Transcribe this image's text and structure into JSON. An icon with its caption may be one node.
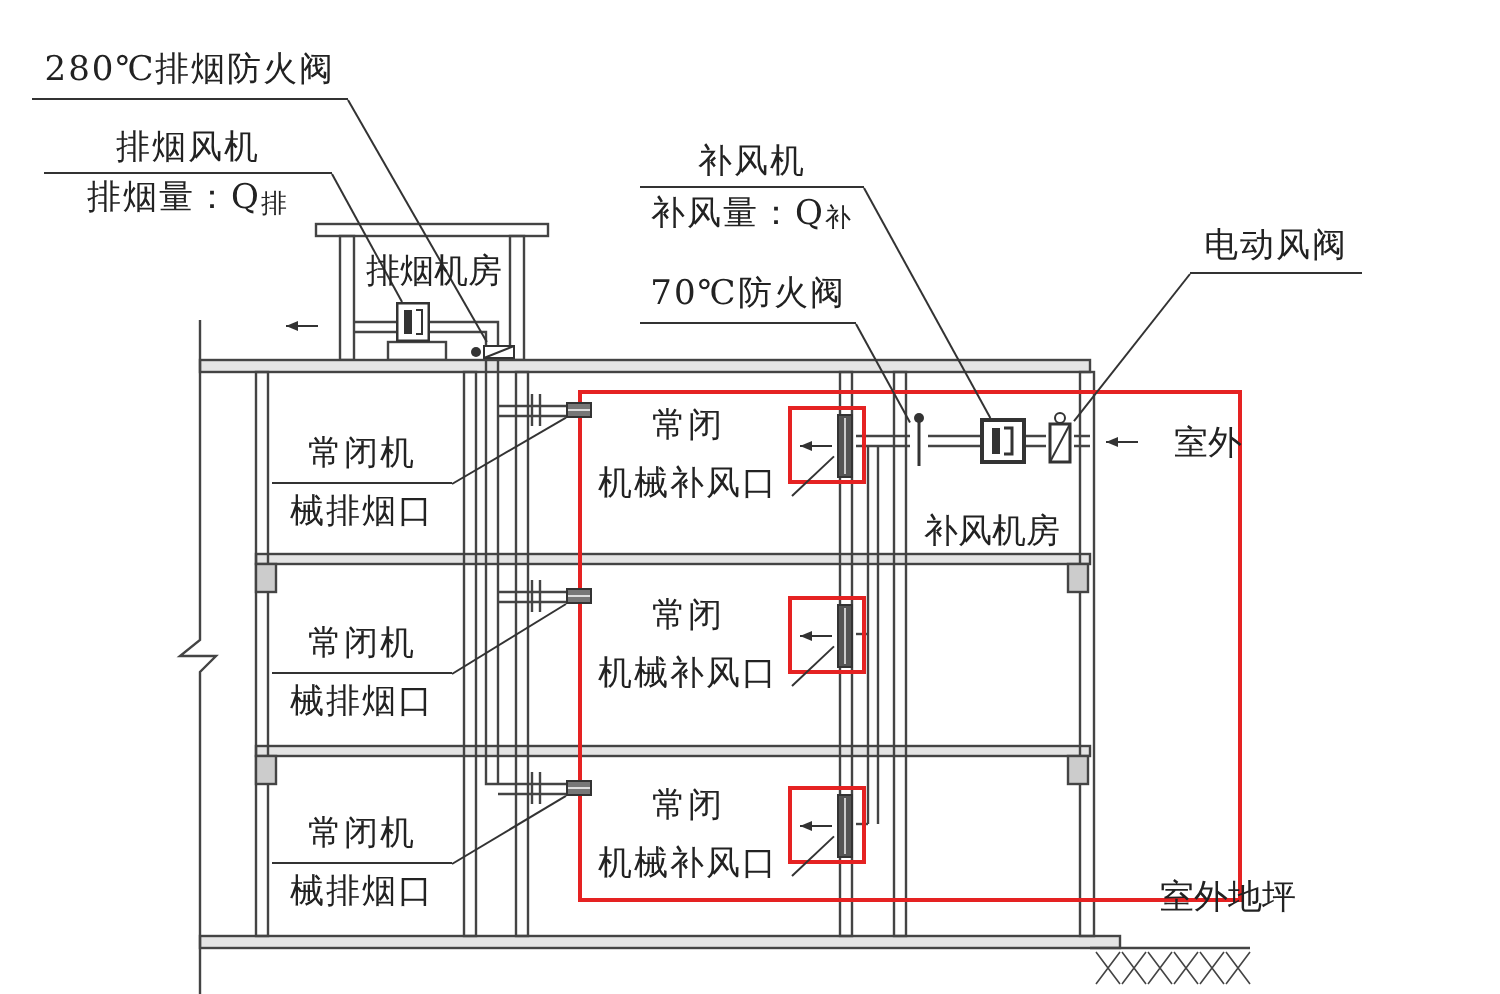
{
  "diagram": {
    "nodes": [
      {
        "text": [
          "280℃排烟防火阀"
        ]
      },
      {
        "text": [
          "排烟风机",
          "排烟量：Q$_{排}$"
        ]
      },
      {
        "text": [
          "补风机",
          "补风量：Q$_{补}$"
        ]
      },
      {
        "text": [
          "电动风阀"
        ]
      },
      {
        "text": [
          "70℃防火阀"
        ]
      },
      {
        "text": [],
        "shape": "fan"
      },
      {
        "text": [],
        "shape": "damper"
      },
      {
        "text": [],
        "shape": "damper"
      },
      {
        "text": [],
        "shape": "fan"
      },
      {
        "text": [],
        "shape": "damper"
      },
      {
        "text": [
          "常闭机",
          "械排烟口"
        ]
      },
      {
        "text": [],
        "shape": "vent"
      },
      {
        "text": [
          "常闭",
          "机械补风口"
        ]
      },
      {
        "text": [],
        "shape": "vent"
      },
      {
        "text": [
          "常闭机",
          "械排烟口"
        ]
      },
      {
        "text": [],
        "shape": "vent"
      },
      {
        "text": [
          "常闭",
          "机械补风口"
        ]
      },
      {
        "text": [],
        "shape": "vent"
      },
      {
        "text": [
          "常闭机",
          "械排烟口"
        ]
      },
      {
        "text": [],
        "shape": "vent"
      },
      {
        "text": [
          "常闭",
          "机械补风口"
        ]
      },
      {
        "text": [],
        "shape": "vent"
      }
    ],
    "edges": [
      {
        "from": 0,
        "to": 6,
        "arrow": "none"
      },
      {
        "from": 1,
        "to": 5,
        "arrow": "none"
      },
      {
        "from": 2,
        "to": 8,
        "arrow": "none"
      },
      {
        "from": 3,
        "to": 9,
        "arrow": "none"
      },
      {
        "from": 4,
        "to": 7,
        "arrow": "none"
      },
      {
        "from": 10,
        "to": 11,
        "arrow": "none"
      },
      {
        "from": 12,
        "to": 13,
        "arrow": "none"
      },
      {
        "from": 14,
        "to": 15,
        "arrow": "none"
      },
      {
        "from": 16,
        "to": 17,
        "arrow": "none"
      },
      {
        "from": 18,
        "to": 19,
        "arrow": "none"
      },
      {
        "from": 20,
        "to": 21,
        "arrow": "none"
      }
    ],
    "labels": [
      "排烟机房",
      "补风机房",
      "室外",
      "室外地坪"
    ]
  }
}
